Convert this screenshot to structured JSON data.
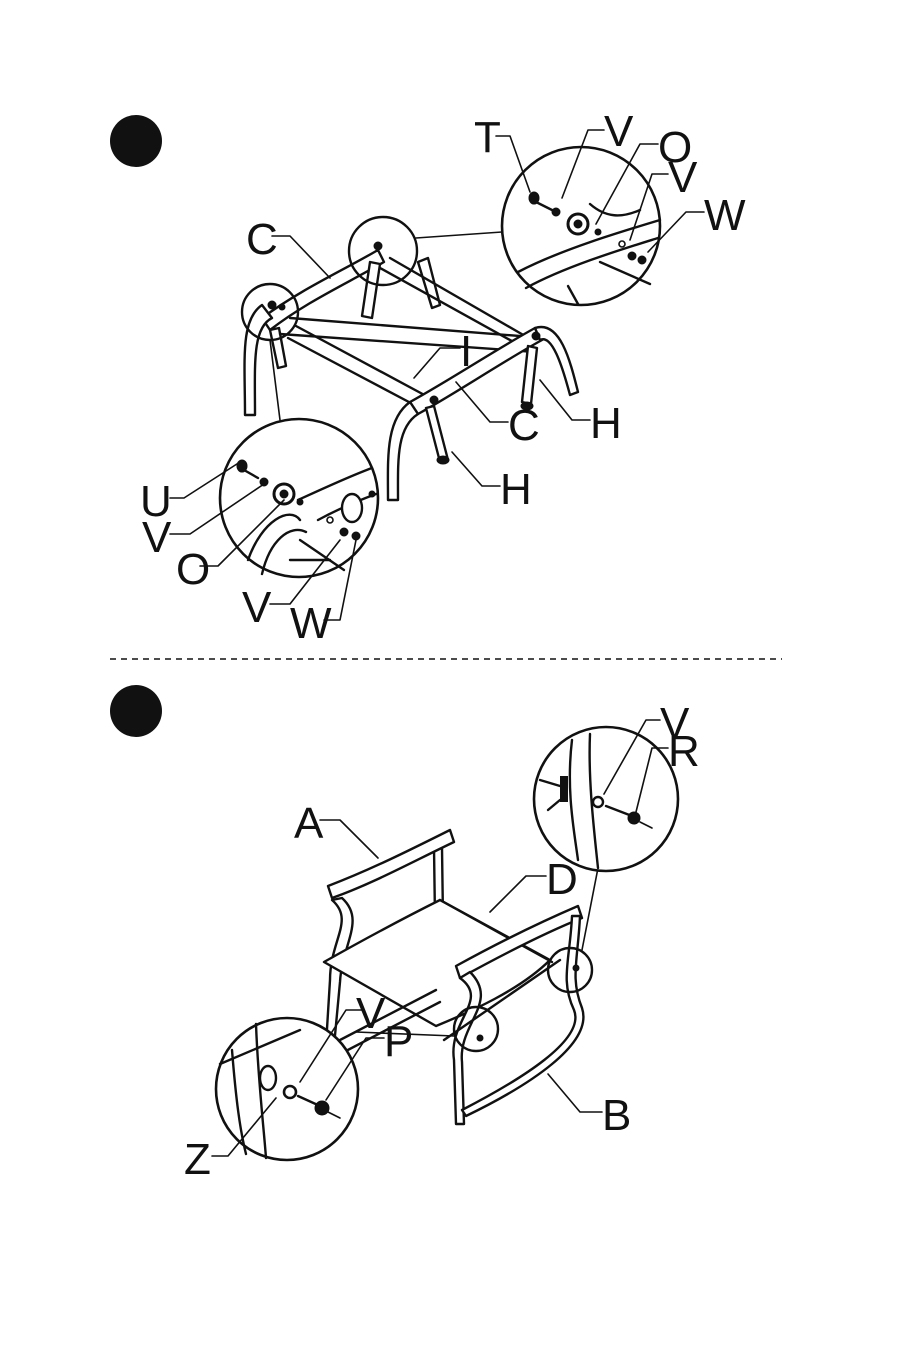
{
  "steps": [
    {
      "labels": {
        "t": "T",
        "v1": "V",
        "o1": "O",
        "v2": "V",
        "w1": "W",
        "c1": "C",
        "i": "I",
        "c2": "C",
        "h1": "H",
        "h2": "H",
        "u": "U",
        "v3": "V",
        "o2": "O",
        "v4": "V",
        "w2": "W"
      }
    },
    {
      "labels": {
        "v1": "V",
        "r": "R",
        "a": "A",
        "d": "D",
        "v2": "V",
        "p": "P",
        "z": "Z",
        "b": "B"
      }
    }
  ]
}
